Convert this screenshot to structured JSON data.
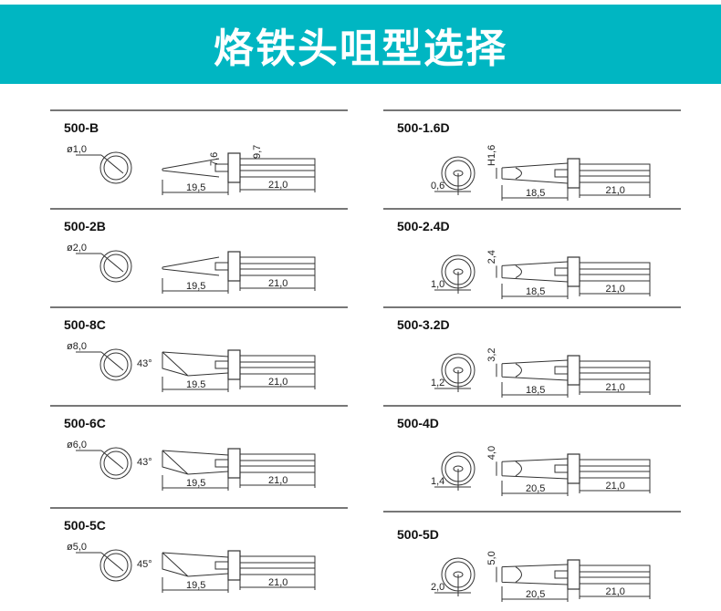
{
  "header": {
    "title": "烙铁头咀型选择",
    "background": "#00b6c2"
  },
  "tips": [
    {
      "model": "500-B",
      "type": "B",
      "diameter": "ø1,0",
      "dim_a": "9,7",
      "dim_b": "7,6",
      "length_tip": "19,5",
      "length_shank": "21,0"
    },
    {
      "model": "500-2B",
      "type": "B2",
      "diameter": "ø2,0",
      "length_tip": "19,5",
      "length_shank": "21,0"
    },
    {
      "model": "500-8C",
      "type": "C",
      "diameter": "ø8,0",
      "angle": "43°",
      "length_tip": "19.5",
      "length_shank": "21,0"
    },
    {
      "model": "500-6C",
      "type": "C",
      "diameter": "ø6,0",
      "angle": "43°",
      "length_tip": "19,5",
      "length_shank": "21,0"
    },
    {
      "model": "500-5C",
      "type": "C",
      "diameter": "ø5,0",
      "angle": "45°",
      "length_tip": "19,5",
      "length_shank": "21,0"
    },
    {
      "model": "500-1.6D",
      "type": "D",
      "thickness": "0,6",
      "width": "H1,6",
      "length_tip": "18,5",
      "length_shank": "21,0"
    },
    {
      "model": "500-2.4D",
      "type": "D",
      "thickness": "1,0",
      "width": "2,4",
      "length_tip": "18,5",
      "length_shank": "21,0"
    },
    {
      "model": "500-3.2D",
      "type": "D",
      "thickness": "1,2",
      "width": "3,2",
      "length_tip": "18,5",
      "length_shank": "21,0"
    },
    {
      "model": "500-4D",
      "type": "D",
      "thickness": "1,4",
      "width": "4,0",
      "length_tip": "20,5",
      "length_shank": "21,0"
    },
    {
      "model": "500-5D",
      "type": "D",
      "thickness": "2,0",
      "width": "5,0",
      "length_tip": "20,5",
      "length_shank": "21,0"
    }
  ]
}
